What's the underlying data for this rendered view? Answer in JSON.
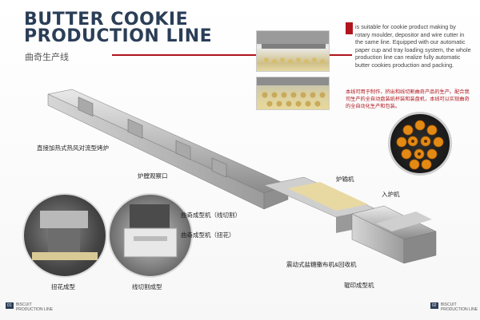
{
  "title": {
    "line1": "BUTTER COOKIE",
    "line2": "PRODUCTION LINE"
  },
  "subtitle_cn": "曲奇生产线",
  "description_en": "is suitable for cookie product making by rotary moulder, depositor and wire cutter in the same line. Equipped with our automatic paper cup and tray loading system, the whole production line can realize fully automatic butter cookies production and packing.",
  "description_cn": "本线可用于制作，挤出和线切割曲奇产品的生产。配合我司生产的全自动盘装纸杯装和装盘机，本线可以实现曲奇的全自动化生产和包装。",
  "labels": {
    "oven": "直接加热式热风对流型烤炉",
    "oven_window": "炉膛观察口",
    "wire_cut": "曲奇成型机（线切割）",
    "twist": "曲奇成型机（扭花）",
    "outfeed": "炉输机",
    "infeed": "入炉机",
    "sugar": "震动式盐糖撒布机&回收机",
    "rotary": "辊印成型机",
    "twist_caption": "扭花成型",
    "wire_caption": "线切割成型"
  },
  "footer": {
    "left_page": "01",
    "left_text_1": "BISCUIT",
    "left_text_2": "PRODUCTION LINE",
    "right_page": "02",
    "right_text_1": "BISCUIT",
    "right_text_2": "PRODUCTION LINE"
  },
  "colors": {
    "title": "#2b3e57",
    "accent": "#b0141c"
  }
}
